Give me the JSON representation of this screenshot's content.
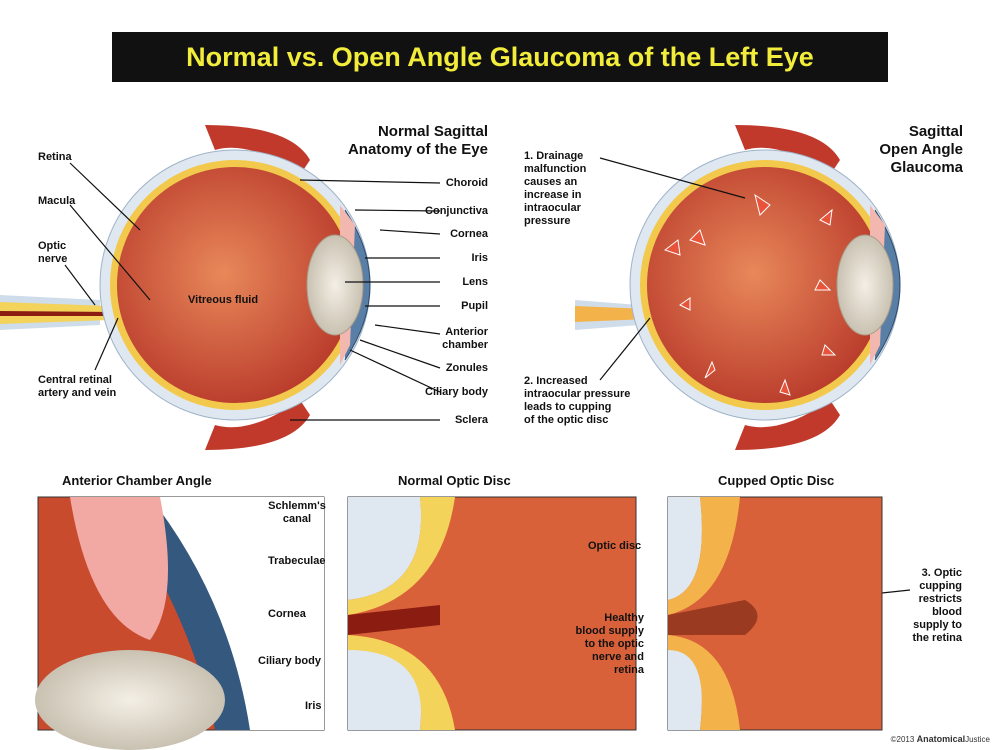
{
  "title": "Normal vs. Open Angle Glaucoma of the Left Eye",
  "normal_eye": {
    "heading_line1": "Normal Sagittal",
    "heading_line2": "Anatomy of the Eye",
    "labels": {
      "retina": "Retina",
      "macula": "Macula",
      "optic_nerve_1": "Optic",
      "optic_nerve_2": "nerve",
      "central_1": "Central retinal",
      "central_2": "artery and vein",
      "vitreous": "Vitreous fluid",
      "choroid": "Choroid",
      "conjunctiva": "Conjunctiva",
      "cornea": "Cornea",
      "iris": "Iris",
      "lens": "Lens",
      "pupil": "Pupil",
      "anterior_1": "Anterior",
      "anterior_2": "chamber",
      "zonules": "Zonules",
      "ciliary": "Ciliary body",
      "sclera": "Sclera"
    }
  },
  "glaucoma_eye": {
    "heading_line1": "Sagittal",
    "heading_line2": "Open Angle",
    "heading_line3": "Glaucoma",
    "note1": [
      "1. Drainage",
      "malfunction",
      "causes an",
      "increase in",
      "intraocular",
      "pressure"
    ],
    "note2": [
      "2. Increased",
      "intraocular pressure",
      "leads to cupping",
      "of the optic disc"
    ]
  },
  "panels": {
    "angle": {
      "title": "Anterior Chamber Angle",
      "labels": {
        "schlemm_1": "Schlemm's",
        "schlemm_2": "canal",
        "trabeculae": "Trabeculae",
        "cornea": "Cornea",
        "ciliary": "Ciliary body",
        "iris": "Iris"
      }
    },
    "normal_disc": {
      "title": "Normal Optic Disc",
      "labels": {
        "optic_disc": "Optic disc",
        "healthy": [
          "Healthy",
          "blood supply",
          "to the optic",
          "nerve and",
          "retina"
        ]
      }
    },
    "cupped_disc": {
      "title": "Cupped Optic Disc",
      "labels": {
        "note3": [
          "3. Optic",
          "cupping",
          "restricts",
          "blood",
          "supply to",
          "the retina"
        ]
      }
    }
  },
  "copyright": {
    "year": "©2013",
    "brand": "Anatomical",
    "suffix": "Justice"
  }
}
